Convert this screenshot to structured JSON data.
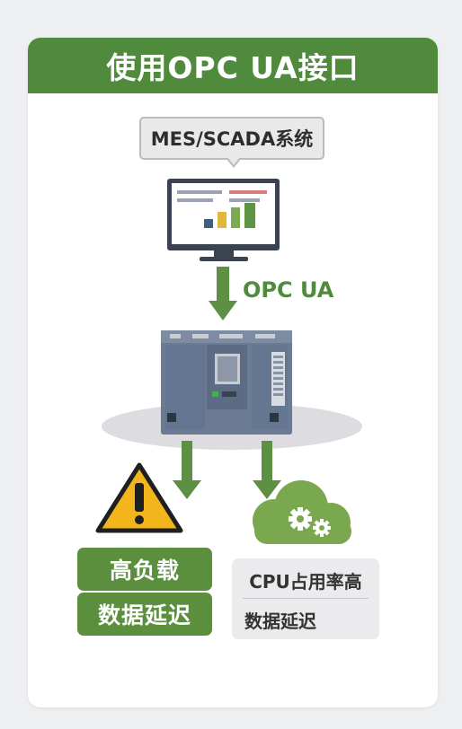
{
  "title": "使用OPC UA接口",
  "system_label": "MES/SCADA系统",
  "protocol_label": "OPC UA",
  "left_outcome": {
    "line1": "高负载",
    "line2": "数据延迟"
  },
  "right_outcome": {
    "line1": "CPU占用率高",
    "line2": "数据延迟"
  },
  "icons": {
    "monitor": "monitor-dashboard-icon",
    "plc": "plc-controller-icon",
    "warning": "warning-triangle-icon",
    "cloud": "cloud-gears-icon"
  },
  "colors": {
    "brand_green": "#4f8a3d",
    "box_green": "#5b8f3d",
    "arrow_green": "#5d8f45",
    "warning_yellow": "#f2b51b",
    "cloud_green": "#7aa84e"
  }
}
